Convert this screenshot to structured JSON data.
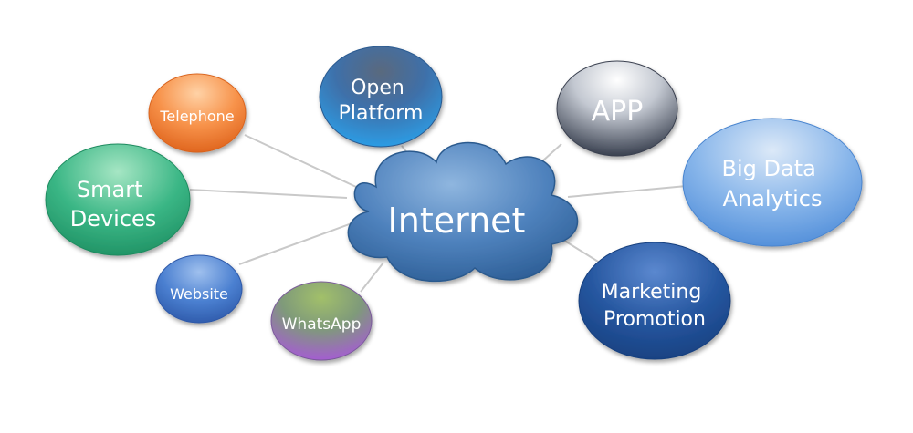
{
  "center": {
    "label": "Internet"
  },
  "nodes": [
    {
      "id": "telephone",
      "lines": [
        "Telephone"
      ],
      "color": "#f07a3a"
    },
    {
      "id": "open-platform",
      "lines": [
        "Open",
        "Platform"
      ],
      "color": "#2f7fd0"
    },
    {
      "id": "app",
      "lines": [
        "APP"
      ],
      "color": "#4a5260"
    },
    {
      "id": "big-data",
      "lines": [
        "Big Data",
        "Analytics"
      ],
      "color": "#5e9ee0"
    },
    {
      "id": "smart-devices",
      "lines": [
        "Smart",
        "Devices"
      ],
      "color": "#2eaa78"
    },
    {
      "id": "website",
      "lines": [
        "Website"
      ],
      "color": "#3a6fc0"
    },
    {
      "id": "whatsapp",
      "lines": [
        "WhatsApp"
      ],
      "color": "#7aa860"
    },
    {
      "id": "marketing",
      "lines": [
        "Marketing",
        "Promotion"
      ],
      "color": "#1f4f98"
    }
  ]
}
